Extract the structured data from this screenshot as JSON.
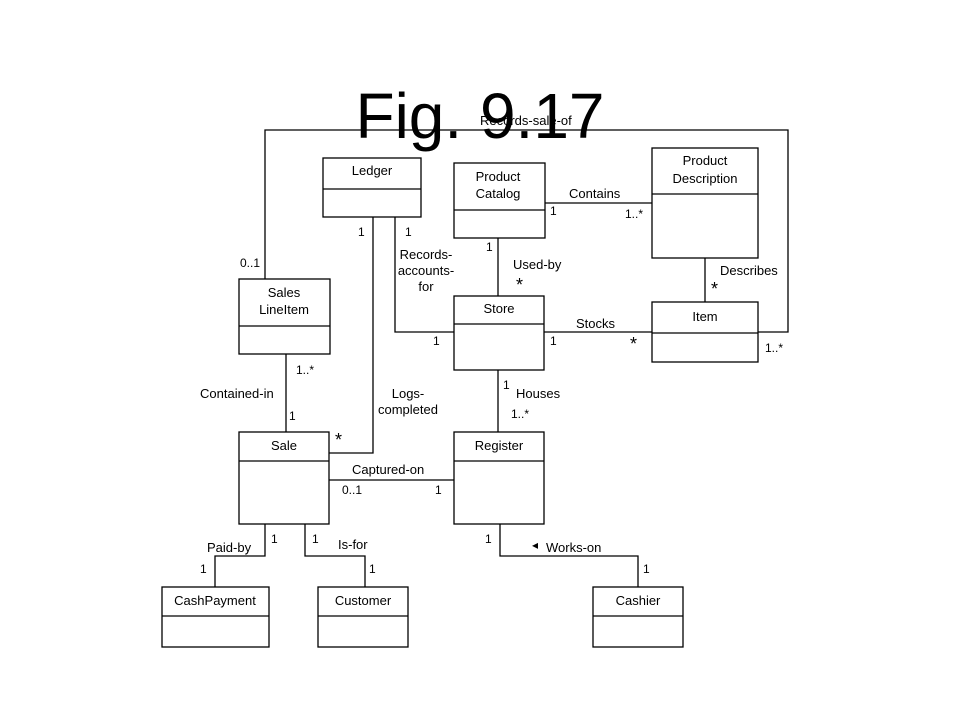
{
  "title": "Fig. 9.17",
  "classes": {
    "ledger": [
      "Ledger"
    ],
    "product_catalog": [
      "Product",
      "Catalog"
    ],
    "product_description": [
      "Product",
      "Description"
    ],
    "sales_line_item": [
      "Sales",
      "LineItem"
    ],
    "store": [
      "Store"
    ],
    "item": [
      "Item"
    ],
    "sale": [
      "Sale"
    ],
    "register": [
      "Register"
    ],
    "cash_payment": [
      "CashPayment"
    ],
    "customer": [
      "Customer"
    ],
    "cashier": [
      "Cashier"
    ]
  },
  "associations": {
    "records_sale_of": {
      "label": [
        "Records-sale-of"
      ],
      "mult_a": "0..1",
      "mult_b": "1..*"
    },
    "records_accounts_for": {
      "label": [
        "Records-",
        "accounts-",
        "for"
      ],
      "mult_a": "1",
      "mult_b": "1"
    },
    "contains": {
      "label": [
        "Contains"
      ],
      "mult_a": "1",
      "mult_b": "1..*"
    },
    "used_by": {
      "label": [
        "Used-by"
      ],
      "mult_a": "1",
      "mult_b": "*"
    },
    "describes": {
      "label": [
        "Describes"
      ],
      "mult_a": "*"
    },
    "stocks": {
      "label": [
        "Stocks"
      ],
      "mult_a": "1",
      "mult_b": "*"
    },
    "contained_in": {
      "label": [
        "Contained-in"
      ],
      "mult_a": "1..*",
      "mult_b": "1"
    },
    "logs_completed": {
      "label": [
        "Logs-",
        "completed"
      ],
      "mult_a": "1",
      "mult_b": "*"
    },
    "houses": {
      "label": [
        "Houses"
      ],
      "mult_a": "1",
      "mult_b": "1..*"
    },
    "captured_on": {
      "label": [
        "Captured-on"
      ],
      "mult_a": "0..1",
      "mult_b": "1"
    },
    "paid_by": {
      "label": [
        "Paid-by"
      ],
      "mult_a": "1",
      "mult_b": "1"
    },
    "is_for": {
      "label": [
        "Is-for"
      ],
      "mult_a": "1",
      "mult_b": "1"
    },
    "works_on": {
      "label": [
        "Works-on"
      ],
      "arrow": "◂",
      "mult_a": "1",
      "mult_b": "1"
    }
  }
}
